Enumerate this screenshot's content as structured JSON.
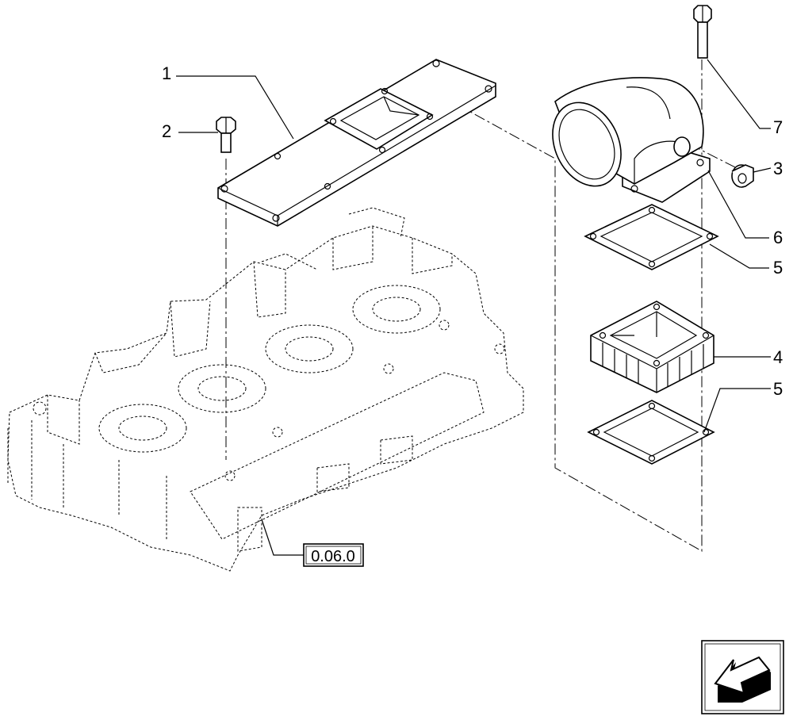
{
  "callouts": [
    {
      "id": "1",
      "label": "1"
    },
    {
      "id": "2",
      "label": "2"
    },
    {
      "id": "3",
      "label": "3"
    },
    {
      "id": "4",
      "label": "4"
    },
    {
      "id": "5a",
      "label": "5"
    },
    {
      "id": "5b",
      "label": "5"
    },
    {
      "id": "6",
      "label": "6"
    },
    {
      "id": "7",
      "label": "7"
    }
  ],
  "reference_box": {
    "label": "0.06.0"
  },
  "nav_icon": "back-arrow-icon"
}
